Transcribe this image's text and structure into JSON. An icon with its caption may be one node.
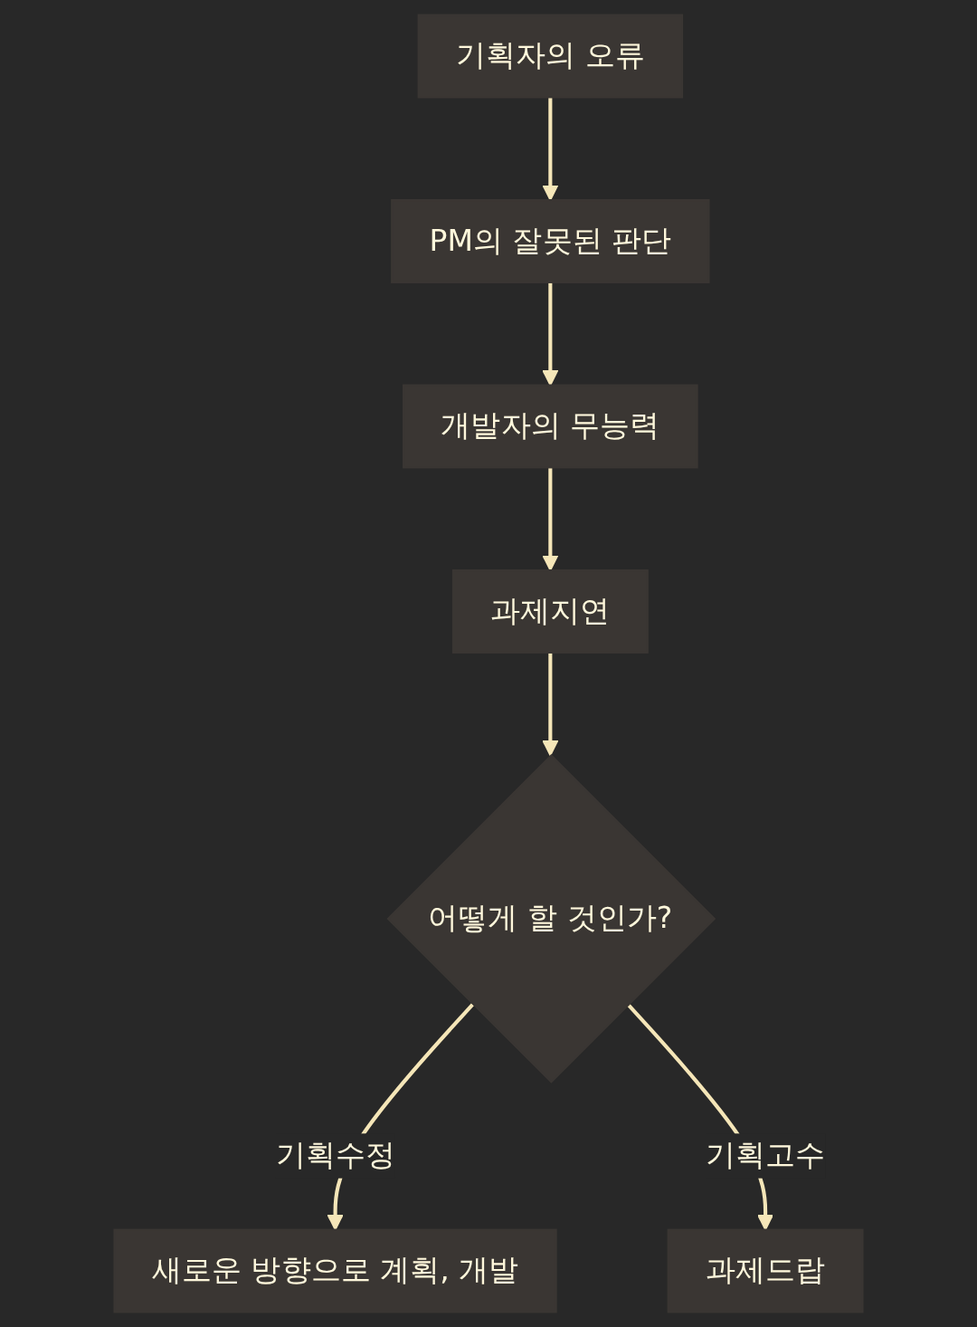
{
  "diagram": {
    "nodes": [
      {
        "text": [
          "기획자의 오류"
        ]
      },
      {
        "text": [
          "PM의 잘못된 판단"
        ]
      },
      {
        "text": [
          "개발자의 무능력"
        ]
      },
      {
        "text": [
          "과제지연"
        ]
      },
      {
        "text": [
          "어떻게 할 것인가?"
        ]
      },
      {
        "text": [
          "새로운 방향으로 계획, 개발"
        ]
      },
      {
        "text": [
          "과제드랍"
        ]
      }
    ],
    "edges": [
      {
        "from": 0,
        "to": 1,
        "arrow": "to"
      },
      {
        "from": 1,
        "to": 2,
        "arrow": "to"
      },
      {
        "from": 2,
        "to": 3,
        "arrow": "to"
      },
      {
        "from": 3,
        "to": 4,
        "arrow": "to"
      },
      {
        "from": 4,
        "to": 5,
        "arrow": "to",
        "label": "기획수정"
      },
      {
        "from": 4,
        "to": 6,
        "arrow": "to",
        "label": "기획고수"
      }
    ]
  }
}
